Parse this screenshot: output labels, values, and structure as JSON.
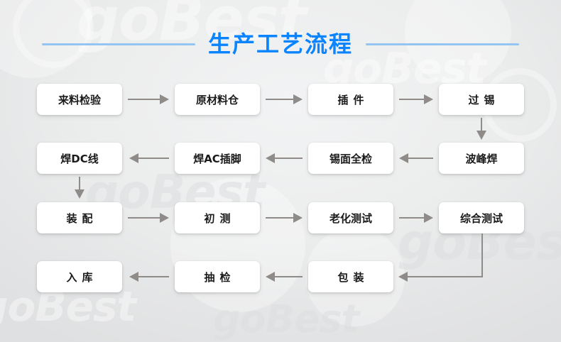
{
  "title": {
    "text": "生产工艺流程",
    "accent_color": "#0a84ff",
    "rule_color": "#93c5f0"
  },
  "watermark": {
    "brand": "goBest",
    "repeats": [
      "goBest",
      "goBest",
      "goBest",
      "goBest",
      "goBest",
      "goBest"
    ]
  },
  "colors": {
    "node_bg": "#ffffff",
    "node_text": "#1a1a1a",
    "arrow": "#8e8b88",
    "background": "#e9eaeb"
  },
  "flow": {
    "rows": [
      {
        "direction": "left-to-right",
        "nodes": [
          {
            "label": "来料检验",
            "spaced": false
          },
          {
            "label": "原材料仓",
            "spaced": false
          },
          {
            "label": "插件",
            "spaced": true
          },
          {
            "label": "过锡",
            "spaced": true
          }
        ]
      },
      {
        "direction": "right-to-left",
        "nodes": [
          {
            "label": "焊DC线",
            "spaced": false
          },
          {
            "label": "焊AC插脚",
            "spaced": false
          },
          {
            "label": "锡面全检",
            "spaced": false
          },
          {
            "label": "波峰焊",
            "spaced": false
          }
        ]
      },
      {
        "direction": "left-to-right",
        "nodes": [
          {
            "label": "装配",
            "spaced": true
          },
          {
            "label": "初测",
            "spaced": true
          },
          {
            "label": "老化测试",
            "spaced": false
          },
          {
            "label": "综合测试",
            "spaced": false
          }
        ]
      },
      {
        "direction": "right-to-left",
        "nodes": [
          {
            "label": "入库",
            "spaced": true
          },
          {
            "label": "抽检",
            "spaced": true
          },
          {
            "label": "包装",
            "spaced": true
          }
        ]
      }
    ],
    "connectors": [
      {
        "kind": "arrow-down",
        "from": "过锡",
        "to": "波峰焊"
      },
      {
        "kind": "arrow-down",
        "from": "焊DC线",
        "to": "装配"
      },
      {
        "kind": "elbow-down-left",
        "from": "综合测试",
        "to": "包装"
      }
    ]
  }
}
